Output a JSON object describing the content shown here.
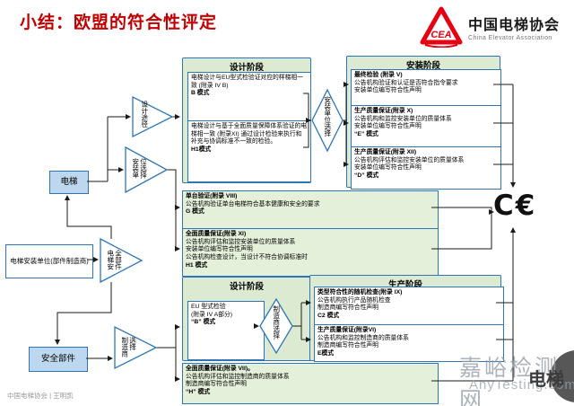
{
  "slide": {
    "title": "小结：欧盟的符合性评定",
    "footer": "中国电梯协会 | 王明凯"
  },
  "logo": {
    "monogram": "CEA",
    "name_cn": "中国电梯协会",
    "name_en": "China Elevator Association"
  },
  "watermark": {
    "site_name": "嘉峪检测网",
    "site_url": "AnyTesting.com",
    "stamp_text": "电梯"
  },
  "entities": {
    "elevator": "电梯",
    "installer": "电梯安装单位(部件制造商)",
    "safety_component": "安全部件"
  },
  "decisions": {
    "design_route": "设计途径",
    "installer_choice_left": "安装单位选择",
    "elevator_or_component": "电梯安全部件",
    "manufacturer_choice_left": "制造商选择",
    "installer_choice_mid": "安装单位选择",
    "manufacturer_choice_mid": "制造商选择"
  },
  "stages": {
    "design_top": {
      "title": "设计阶段",
      "boxes": [
        {
          "body": "电梯设计与EU型式检验证对应的样梯相一致 (附录 IV B)",
          "module": "B 模式"
        },
        {
          "body": "电梯设计与基于全面质量保障体系验证的电梯相一致 (附录XI) 通过设计检验来执行和补充与协调标准不一致的检验。",
          "module": "H1模式"
        }
      ]
    },
    "installation": {
      "title": "安装阶段",
      "boxes": [
        {
          "title": "最终检验 (附录 V)",
          "line1": "公告机构验证和认证是否符合指令要求",
          "line2": "安装单位编写符合性声明",
          "module": ""
        },
        {
          "title": "生产质量保证(附录 X)",
          "line1": "公告机构和监控安装单位的质量体系",
          "line2": "安装单位编写符合性声明",
          "module": "“E” 模式"
        },
        {
          "title": "生产质量保证(附录 XII)",
          "line1": "公告机构评估和监控安装单位的质量体系",
          "line2": "安装单位编写符合性声明",
          "module": "“D” 模式"
        }
      ]
    },
    "unit_verification": {
      "title": "单台验证(附录 VIII)",
      "line1": "公告机构验证单台电梯符合基本健康和安全的要求",
      "module": "G 模式"
    },
    "full_qa_installer": {
      "title": "全面质量保证(附录 XI)",
      "line1": "公告机构评估和监控安装单位的质量体系",
      "line2": "安装单位编写符合性声明",
      "line3": "公告机构检查设计，当设计不符合协调标准时",
      "module": "H1 模式"
    },
    "design_bottom": {
      "title": "设计阶段",
      "eu_box": {
        "line1": "EU 型式检验",
        "line2": "(附录 IV A部分)",
        "module": "“B” 模式"
      }
    },
    "production": {
      "title": "生产阶段",
      "boxes": [
        {
          "title": "类型符合性的随机检查(附录 IX)",
          "line1": "公告机构执行产品随机检查",
          "line2": "制造商编写符合性声明",
          "module": "C2 模式"
        },
        {
          "title": "生产质量保证(附录VI)",
          "line1": "公告机构和监控制造商的质量体系",
          "line2": "制造商编写符合性声明",
          "module": "E模式"
        }
      ]
    },
    "full_qa_manufacturer": {
      "title": "全面质量保证(附录 VII)。",
      "line1": "公告机构评估和监控制造商的质量体系",
      "line2": "制造商编写符合性声明",
      "module": "“H” 模式"
    }
  },
  "ce_mark": "C€"
}
